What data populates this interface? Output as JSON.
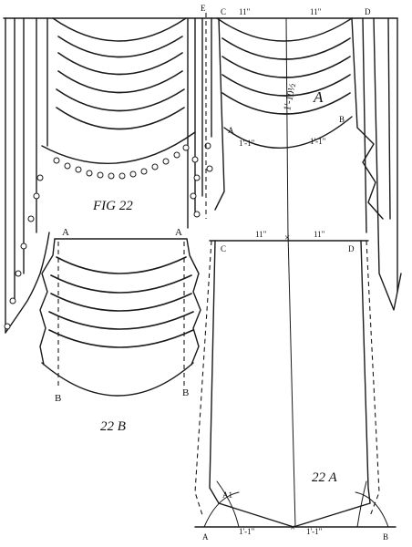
{
  "figure_22": {
    "caption": "FIG 22"
  },
  "figure_22b": {
    "caption": "22 B",
    "label_a_left": "A",
    "label_a_right": "A",
    "label_b_left": "B",
    "label_b_right": "B"
  },
  "figure_a_top": {
    "label_e": "E",
    "label_c": "C",
    "label_d": "D",
    "dim_left": "11\"",
    "dim_right": "11\"",
    "panel_letter": "A",
    "drop_label": "1'-10½",
    "label_a": "A",
    "label_b": "B",
    "dim_a": "1'-1\"",
    "dim_b": "1'-1\""
  },
  "figure_22a": {
    "caption": "22 A",
    "label_c": "C",
    "label_d": "D",
    "dim_left": "11\"",
    "dim_right": "11\"",
    "label_a1": "A1",
    "label_a": "A",
    "label_b": "B",
    "dim_bottom_left": "1'-1\"",
    "dim_bottom_right": "1'-1\""
  }
}
